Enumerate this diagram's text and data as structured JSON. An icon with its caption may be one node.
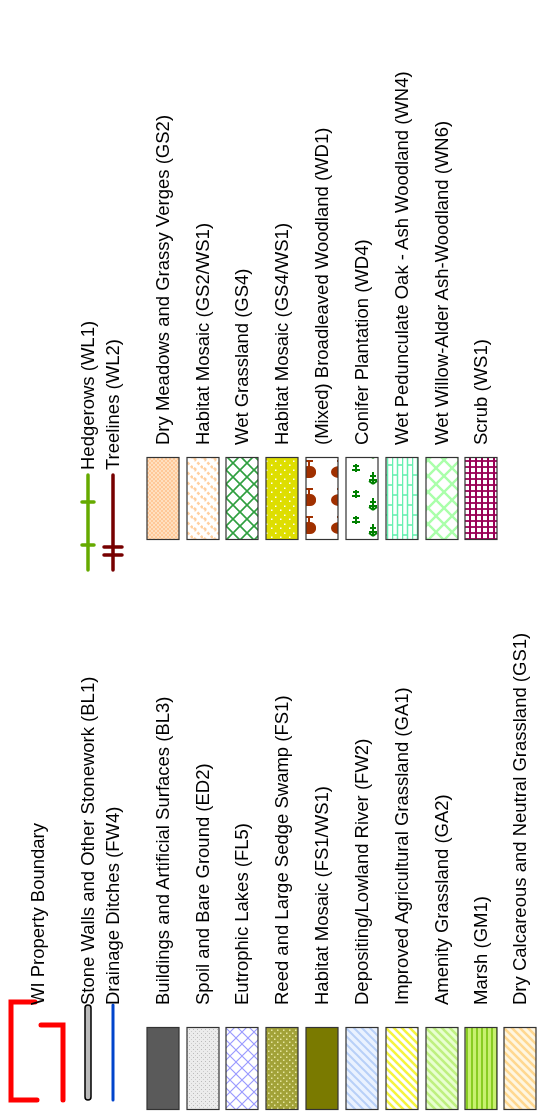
{
  "diagram": {
    "legend": [
      {
        "text": "WI Property Boundary"
      },
      {
        "text": "Stone Walls and Other Stonework (BL1)"
      },
      {
        "text": "Drainage Ditches (FW4)"
      },
      {
        "text": "Buildings and Artificial Surfaces (BL3)",
        "color": "#5a5a5a"
      },
      {
        "text": "Spoil and Bare Ground (ED2)"
      },
      {
        "text": "Eutrophic Lakes (FL5)"
      },
      {
        "text": "Reed and Large Sedge Swamp (FS1)"
      },
      {
        "text": "Habitat Mosaic (FS1/WS1)",
        "color": "#7a7a00"
      },
      {
        "text": "Depositing/Lowland River (FW2)"
      },
      {
        "text": "Improved Agricultural Grassland (GA1)"
      },
      {
        "text": "Amenity Grassland (GA2)"
      },
      {
        "text": "Marsh (GM1)"
      },
      {
        "text": "Dry Calcareous and Neutral Grassland (GS1)"
      },
      {
        "text": "Hedgerows (WL1)"
      },
      {
        "text": "Treelines (WL2)"
      },
      {
        "text": "Dry Meadows and Grassy Verges (GS2)"
      },
      {
        "text": "Habitat Mosaic (GS2/WS1)"
      },
      {
        "text": "Wet Grassland (GS4)"
      },
      {
        "text": "Habitat Mosaic (GS4/WS1)"
      },
      {
        "text": "(Mixed) Broadleaved Woodland (WD1)"
      },
      {
        "text": "Conifer Plantation (WD4)"
      },
      {
        "text": "Wet Pedunculate Oak - Ash Woodland (WN4)"
      },
      {
        "text": "Wet Willow-Alder Ash-Woodland (WN6)"
      },
      {
        "text": "Scrub (WS1)"
      }
    ]
  }
}
